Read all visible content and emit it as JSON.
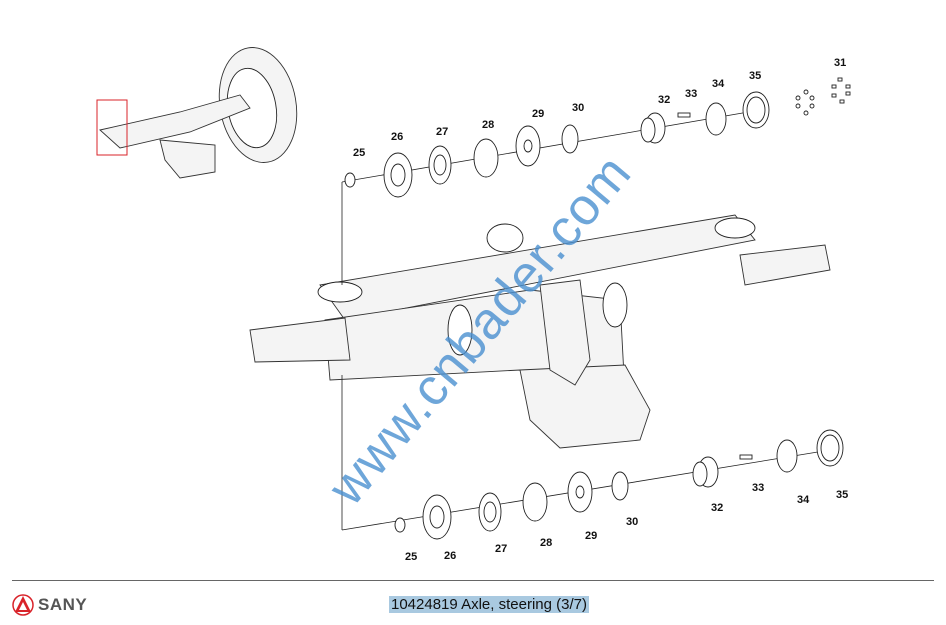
{
  "diagram": {
    "top_callouts": [
      "25",
      "26",
      "27",
      "28",
      "29",
      "30",
      "32",
      "33",
      "34",
      "35",
      "31"
    ],
    "bottom_callouts": [
      "25",
      "26",
      "27",
      "28",
      "29",
      "30",
      "32",
      "33",
      "34",
      "35"
    ]
  },
  "watermark": "www.cnbader.com",
  "footer": {
    "brand": "SANY",
    "caption": "10424819 Axle, steering (3/7)",
    "brand_color": "#d9232a",
    "highlight_color": "#a9c9e0"
  }
}
